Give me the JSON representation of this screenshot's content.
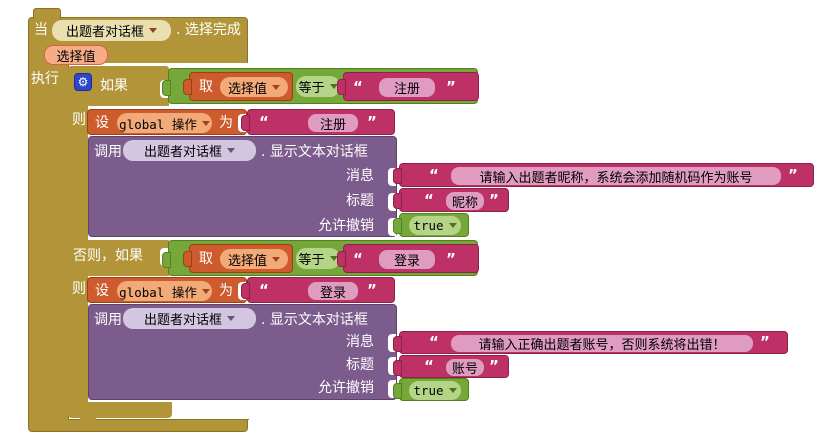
{
  "ui": {
    "open_quote": "“",
    "close_quote": "”",
    "gear_icon": "⚙"
  },
  "colors": {
    "event_gold": "#B19538",
    "logic_green": "#76A839",
    "variable_orange": "#CE5B2D",
    "text_magenta": "#BE3166",
    "component_purple": "#7C5C8C",
    "canvas_bg": "#FFFFFF"
  },
  "when_block": {
    "keyword": "当",
    "component": "出题者对话框",
    "event": ". 选择完成",
    "param": "选择值",
    "do_label": "执行"
  },
  "if_block": {
    "if_label": "如果",
    "then_label": "则",
    "elseif_label": "否则，如果",
    "then2_label": "则"
  },
  "branch1": {
    "cond": {
      "get_label": "取",
      "var_name": "选择值",
      "operator": "等于",
      "value": "注册"
    },
    "set": {
      "set_label": "设",
      "var_name": "global 操作",
      "to_label": "为",
      "value": "注册"
    },
    "call": {
      "call_label": "调用",
      "component": "出题者对话框",
      "method": ". 显示文本对话框",
      "arg_labels": [
        "消息",
        "标题",
        "允许撤销"
      ],
      "message": "请输入出题者昵称，系统会添加随机码作为账号",
      "title": "昵称",
      "cancelable": "true"
    }
  },
  "branch2": {
    "cond": {
      "get_label": "取",
      "var_name": "选择值",
      "operator": "等于",
      "value": "登录"
    },
    "set": {
      "set_label": "设",
      "var_name": "global 操作",
      "to_label": "为",
      "value": "登录"
    },
    "call": {
      "call_label": "调用",
      "component": "出题者对话框",
      "method": ". 显示文本对话框",
      "arg_labels": [
        "消息",
        "标题",
        "允许撤销"
      ],
      "message": "请输入正确出题者账号，否则系统将出错！",
      "title": "账号",
      "cancelable": "true"
    }
  }
}
